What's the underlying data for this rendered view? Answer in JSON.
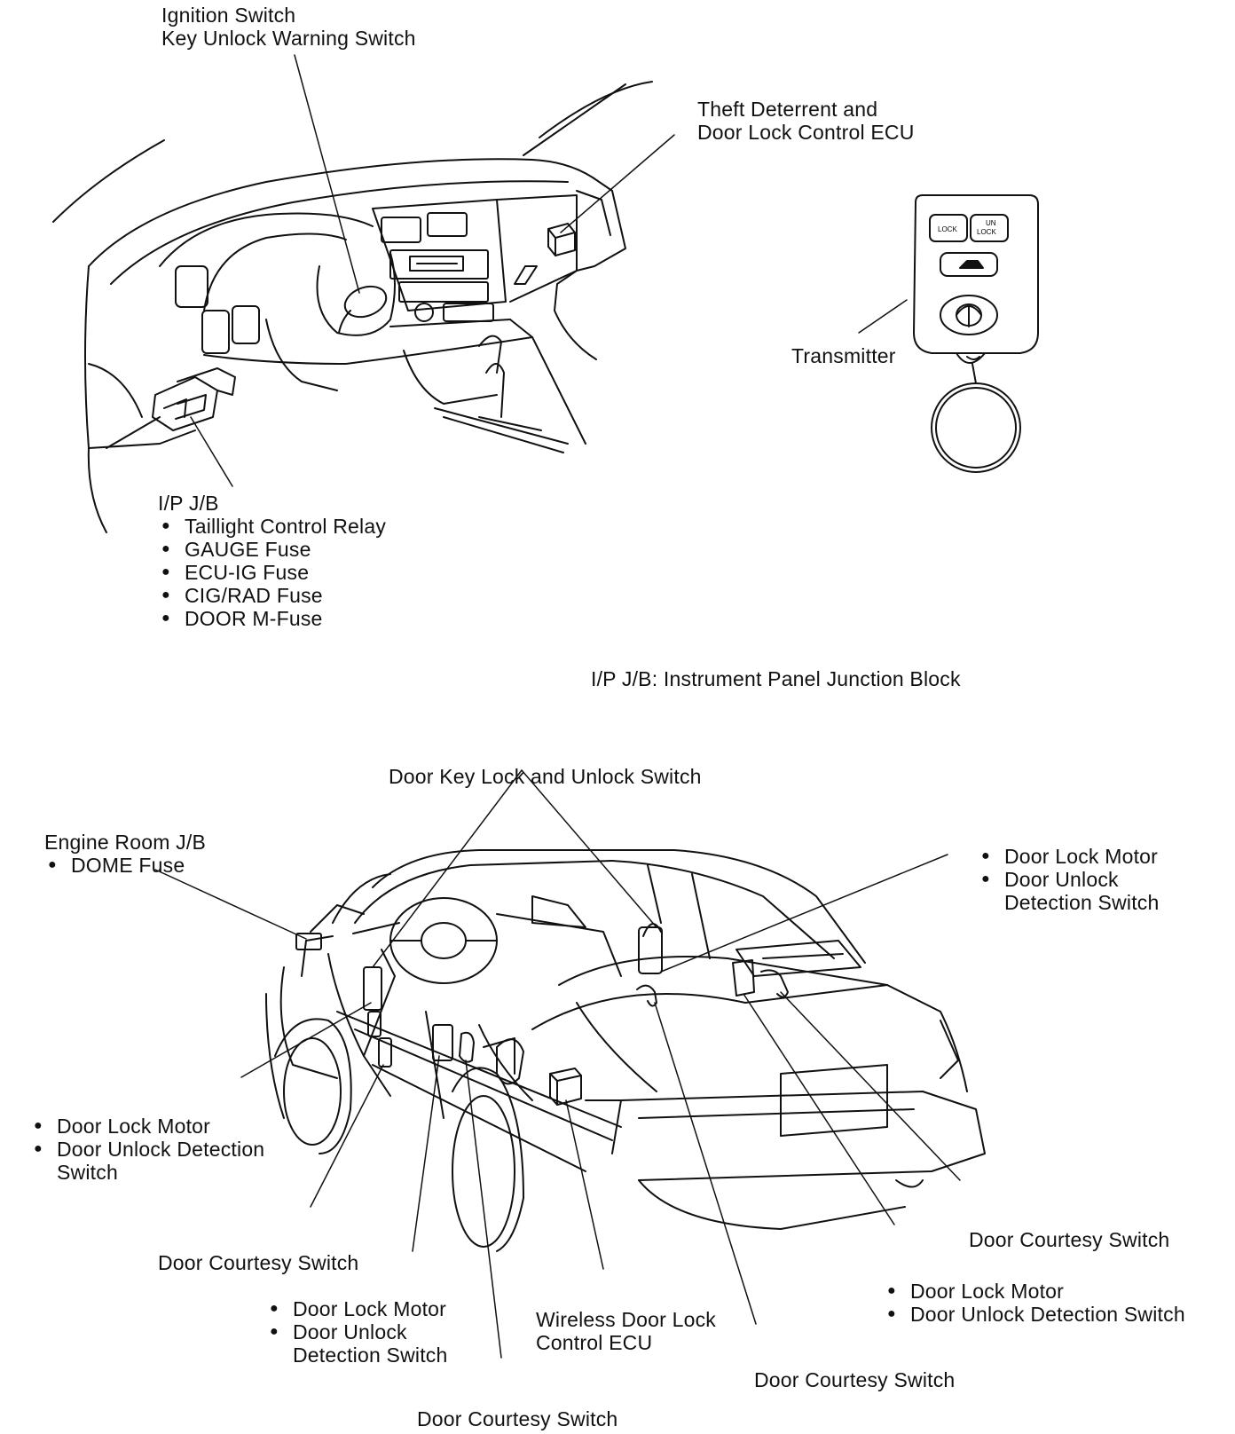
{
  "top": {
    "ignition_label": [
      "Ignition Switch",
      "Key Unlock Warning Switch"
    ],
    "theft_label": [
      "Theft Deterrent and",
      "Door Lock Control ECU"
    ],
    "transmitter_label": "Transmitter",
    "fob": {
      "lock": "LOCK",
      "unlock": [
        "UN",
        "LOCK"
      ]
    },
    "ipjb_title": "I/P J/B",
    "ipjb_items": [
      "Taillight Control Relay",
      "GAUGE Fuse",
      "ECU-IG Fuse",
      "CIG/RAD Fuse",
      "DOOR M-Fuse"
    ],
    "legend": "I/P J/B: Instrument Panel Junction Block"
  },
  "bottom": {
    "door_key_switch": "Door Key Lock and Unlock Switch",
    "engine_room_jb": "Engine Room J/B",
    "dome_fuse": "DOME Fuse",
    "rr_motor": [
      "Door Lock Motor",
      "Door Unlock",
      "Detection Switch"
    ],
    "fl_motor": [
      "Door Lock Motor",
      "Door Unlock Detection",
      "Switch"
    ],
    "fl_courtesy": "Door Courtesy Switch",
    "rl_motor": [
      "Door Lock Motor",
      "Door Unlock",
      "Detection Switch"
    ],
    "rl_courtesy": "Door Courtesy Switch",
    "wireless_ecu": [
      "Wireless Door Lock",
      "Control ECU"
    ],
    "mid_courtesy": "Door Courtesy Switch",
    "rr_motor2": [
      "Door Lock Motor",
      "Door Unlock Detection Switch"
    ],
    "rr_courtesy": "Door Courtesy Switch"
  }
}
